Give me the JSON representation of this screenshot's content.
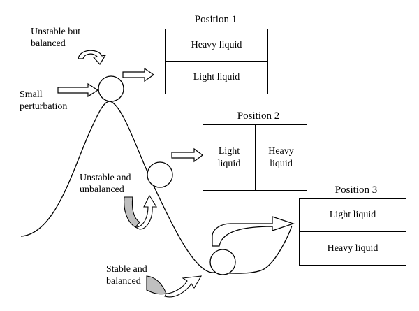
{
  "labels": {
    "unstable_balanced": "Unstable but\nbalanced",
    "small_perturbation": "Small\nperturbation",
    "unstable_unbalanced": "Unstable and\nunbalanced",
    "stable_balanced": "Stable and\nbalanced"
  },
  "position1": {
    "title": "Position 1",
    "top": "Heavy liquid",
    "bottom": "Light liquid"
  },
  "position2": {
    "title": "Position 2",
    "left": "Light\nliquid",
    "right": "Heavy\nliquid"
  },
  "position3": {
    "title": "Position 3",
    "top": "Light liquid",
    "bottom": "Heavy liquid"
  },
  "colors": {
    "stroke": "#000000",
    "arrow_fill_gray": "#bfbfbf",
    "background": "#ffffff"
  },
  "icons": [
    "curved-arrow-icon",
    "right-arrow-icon",
    "rotation-arrow-icon"
  ]
}
